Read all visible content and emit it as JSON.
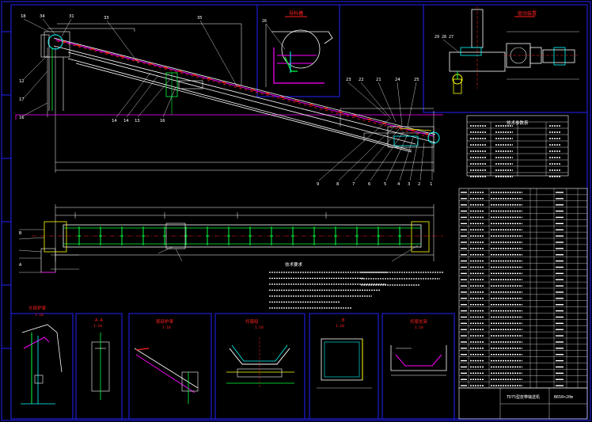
{
  "drawing": {
    "background": "#000000",
    "colors": {
      "frame": "#2222ff",
      "line": "#ffffff",
      "dim": "#ffffff",
      "red": "#ff2020",
      "green": "#00ff40",
      "cyan": "#00ffff",
      "magenta": "#ff00ff",
      "yellow": "#ffff00"
    }
  },
  "elevation": {
    "callouts_top": [
      "18",
      "34",
      "31",
      "33",
      "35"
    ],
    "callouts_mid": [
      "14",
      "14",
      "13",
      "16"
    ],
    "callouts_left": [
      "12",
      "17",
      "16"
    ],
    "callouts_bottom": [
      "9",
      "8",
      "7",
      "6",
      "5",
      "4",
      "3",
      "2",
      "1"
    ],
    "callouts_right": [
      "23",
      "22",
      "21",
      "24",
      "25"
    ]
  },
  "plan": {
    "label_left": [
      "B",
      "A"
    ]
  },
  "notes": {
    "title": "技术要求"
  },
  "param_table": {
    "title": "技术参数表"
  },
  "parts_table": {
    "rows": 32
  },
  "detail_views": [
    {
      "title": "头部护罩",
      "scale": "1:10"
    },
    {
      "title": "A-A",
      "scale": "1:10"
    },
    {
      "title": "尾部护罩",
      "scale": "1:10"
    },
    {
      "title": "托辊组",
      "scale": "1:10"
    },
    {
      "title": "B",
      "scale": "1:10"
    },
    {
      "title": "托辊支架",
      "scale": "1:10"
    }
  ],
  "inset_left": {
    "title": "导料槽",
    "callout": "26"
  },
  "inset_right": {
    "title": "驱动装置",
    "callouts": [
      "29",
      "28",
      "27"
    ]
  },
  "title_block": {
    "left": "TD75型皮带输送机",
    "right": "B650×20m"
  }
}
